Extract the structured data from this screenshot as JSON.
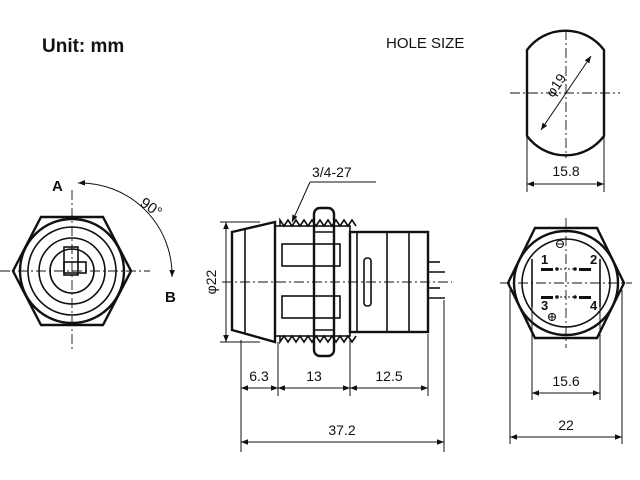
{
  "header": {
    "unit": "Unit: mm",
    "hole_size": "HOLE SIZE"
  },
  "front_view": {
    "label_a": "A",
    "label_b": "B",
    "angle": "90°"
  },
  "side_view": {
    "thread": "3/4-27",
    "diameter": "φ22",
    "dim_head": "6.3",
    "dim_thread": "13",
    "dim_body": "12.5",
    "dim_total": "37.2"
  },
  "hole_view": {
    "diameter": "φ19",
    "width": "15.8"
  },
  "rear_view": {
    "pins": [
      "1",
      "2",
      "3",
      "4"
    ],
    "inner_width": "15.6",
    "outer_width": "22"
  }
}
